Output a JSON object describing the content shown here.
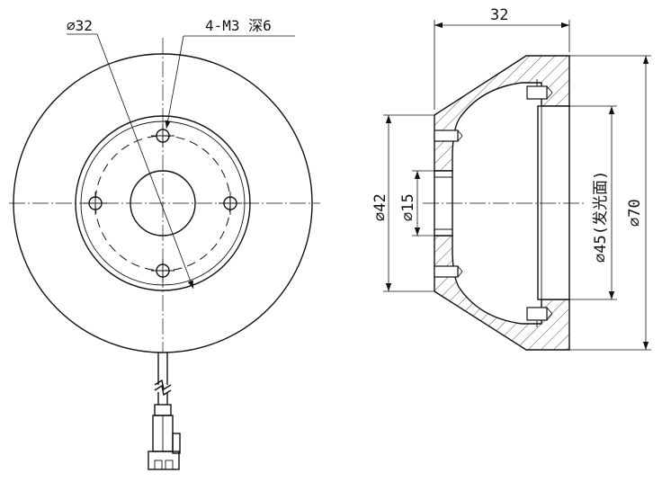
{
  "front_view": {
    "callout_diameter": "⌀32",
    "callout_threads": "4-M3 深6"
  },
  "side_view": {
    "dim_width": "32",
    "dim_d70": "⌀70",
    "dim_d42": "⌀42",
    "dim_d15": "⌀15",
    "dim_d45_emit": "⌀45(发光面)"
  }
}
